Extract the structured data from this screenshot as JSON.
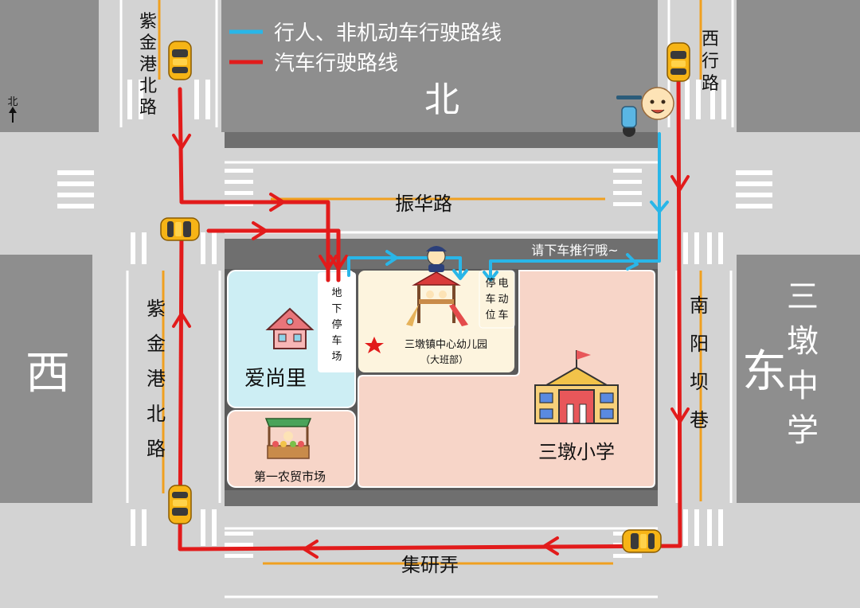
{
  "legend": {
    "pedestrian_label": "行人、非机动车行驶路线",
    "car_label": "汽车行驶路线",
    "pedestrian_color": "#29b6e8",
    "car_color": "#e21b1b"
  },
  "directions": {
    "north": "北",
    "west": "西",
    "east": "东",
    "compass_text": "北"
  },
  "roads": {
    "zijingang_north": [
      "紫",
      "金",
      "港",
      "北",
      "路"
    ],
    "zijingang_west": [
      "紫",
      "金",
      "港",
      "北",
      "路"
    ],
    "xixing": [
      "西",
      "行",
      "路"
    ],
    "nanyangba": [
      "南",
      "阳",
      "坝",
      "巷"
    ],
    "zhenhua": "振华路",
    "jiyan": "集研弄"
  },
  "places": {
    "aishangli": "爱尚里",
    "parking": [
      "地",
      "下",
      "停",
      "车",
      "场"
    ],
    "kindergarten": "三墩镇中心幼儿园",
    "kindergarten_sub": "（大班部）",
    "ebike_col1": [
      "停",
      "车",
      "位"
    ],
    "ebike_col2": [
      "电",
      "动",
      "车"
    ],
    "market": "第一农贸市场",
    "school": "三墩小学",
    "middle_school": [
      "三",
      "墩",
      "中",
      "学"
    ]
  },
  "notice": "请下车推行哦~",
  "icons": [
    "taxi-icon",
    "house-icon",
    "playground-icon",
    "police-icon",
    "school-icon",
    "market-stall-icon",
    "scooter-rider-icon",
    "star-icon"
  ]
}
